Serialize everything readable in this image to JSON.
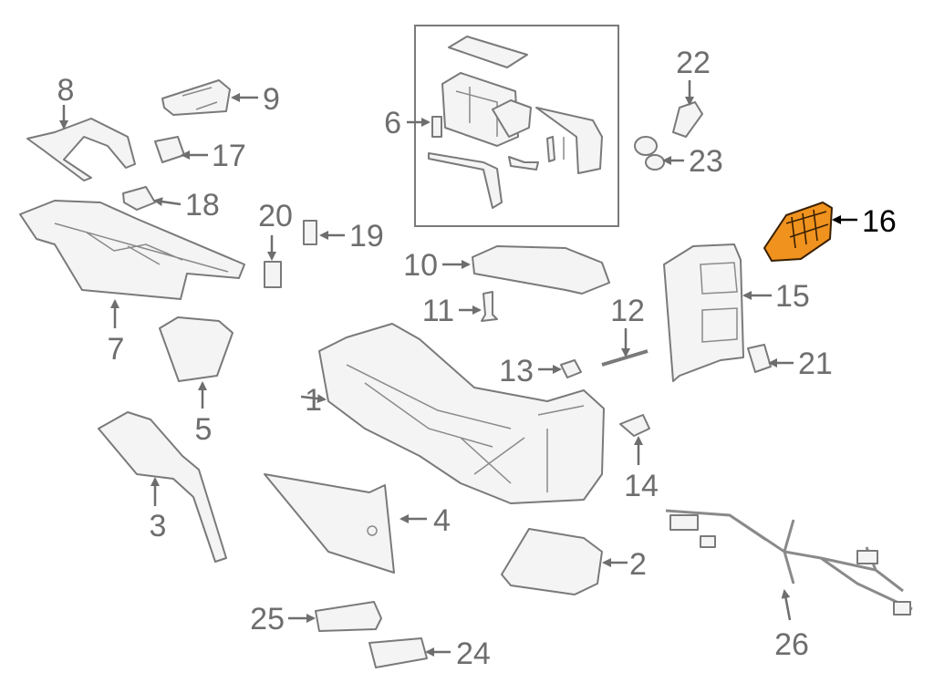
{
  "diagram": {
    "highlight_color": "#f0921e",
    "callouts": [
      {
        "id": "1",
        "label": "1"
      },
      {
        "id": "2",
        "label": "2"
      },
      {
        "id": "3",
        "label": "3"
      },
      {
        "id": "4",
        "label": "4"
      },
      {
        "id": "5",
        "label": "5"
      },
      {
        "id": "6",
        "label": "6"
      },
      {
        "id": "7",
        "label": "7"
      },
      {
        "id": "8",
        "label": "8"
      },
      {
        "id": "9",
        "label": "9"
      },
      {
        "id": "10",
        "label": "10"
      },
      {
        "id": "11",
        "label": "11"
      },
      {
        "id": "12",
        "label": "12"
      },
      {
        "id": "13",
        "label": "13"
      },
      {
        "id": "14",
        "label": "14"
      },
      {
        "id": "15",
        "label": "15"
      },
      {
        "id": "16",
        "label": "16",
        "highlighted": true
      },
      {
        "id": "17",
        "label": "17"
      },
      {
        "id": "18",
        "label": "18"
      },
      {
        "id": "19",
        "label": "19"
      },
      {
        "id": "20",
        "label": "20"
      },
      {
        "id": "21",
        "label": "21"
      },
      {
        "id": "22",
        "label": "22"
      },
      {
        "id": "23",
        "label": "23"
      },
      {
        "id": "24",
        "label": "24"
      },
      {
        "id": "25",
        "label": "25"
      },
      {
        "id": "26",
        "label": "26"
      }
    ]
  }
}
